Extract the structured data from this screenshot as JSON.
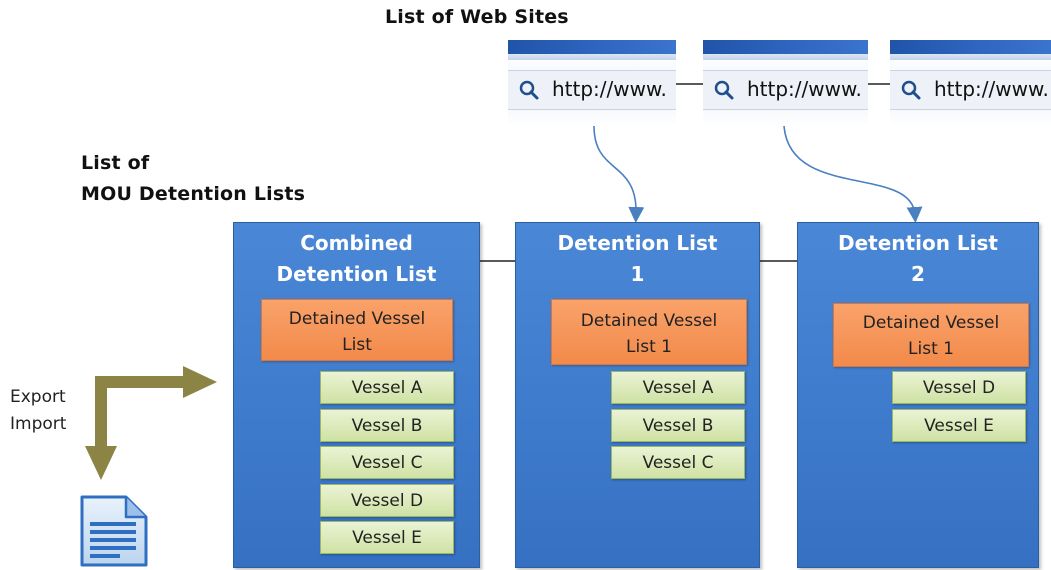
{
  "headings": {
    "web_sites": "List of Web Sites",
    "mou_line1": "List of",
    "mou_line2": "MOU Detention Lists"
  },
  "side_labels": {
    "export": "Export",
    "import": "Import"
  },
  "browsers": [
    {
      "url": "http://www."
    },
    {
      "url": "http://www."
    },
    {
      "url": "http://www."
    }
  ],
  "panels": [
    {
      "title_line1": "Combined",
      "title_line2": "Detention List",
      "list_line1": "Detained Vessel",
      "list_line2": "List",
      "vessels": [
        "Vessel A",
        "Vessel B",
        "Vessel C",
        "Vessel D",
        "Vessel E"
      ]
    },
    {
      "title_line1": "Detention List",
      "title_line2": "1",
      "list_line1": "Detained Vessel",
      "list_line2": "List 1",
      "vessels": [
        "Vessel A",
        "Vessel B",
        "Vessel C"
      ]
    },
    {
      "title_line1": "Detention List",
      "title_line2": "2",
      "list_line1": "Detained Vessel",
      "list_line2": "List 1",
      "vessels": [
        "Vessel D",
        "Vessel E"
      ]
    }
  ],
  "colors": {
    "panel_blue": "#3f7bcc",
    "list_orange": "#f28a4a",
    "vessel_green": "#d6e8b0",
    "arrow_olive": "#8b8445",
    "connector_blue": "#4a7fc0"
  },
  "icons": {
    "search": "magnifier-icon",
    "document": "document-icon"
  }
}
